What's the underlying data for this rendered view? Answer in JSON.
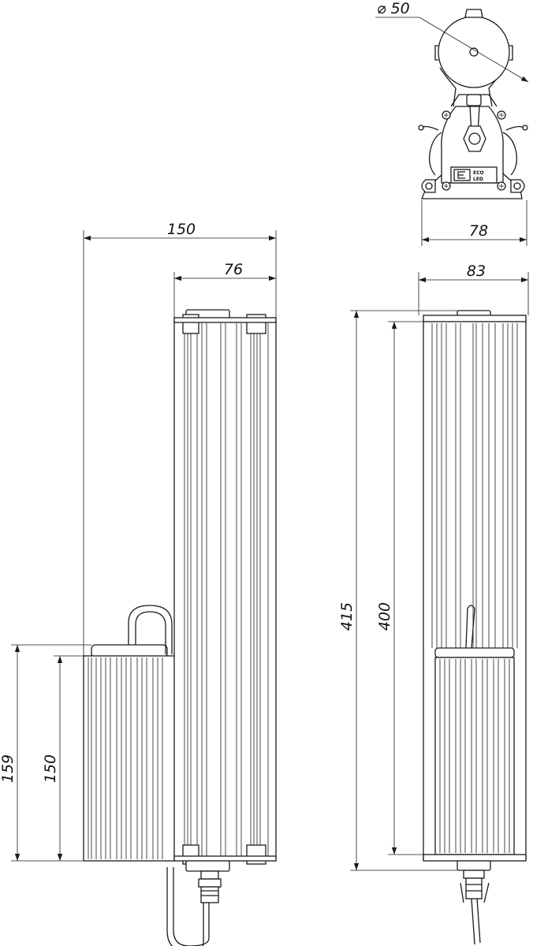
{
  "dimensions": {
    "front_total_depth": "150",
    "front_housing_depth": "76",
    "front_total_height": "159",
    "front_box_height": "150",
    "top_mount_diameter": "⌀ 50",
    "top_base_width": "78",
    "side_width": "83",
    "side_total_height": "415",
    "side_body_height": "400"
  },
  "logo": {
    "text_top": "ECO",
    "text_bottom": "LED"
  }
}
